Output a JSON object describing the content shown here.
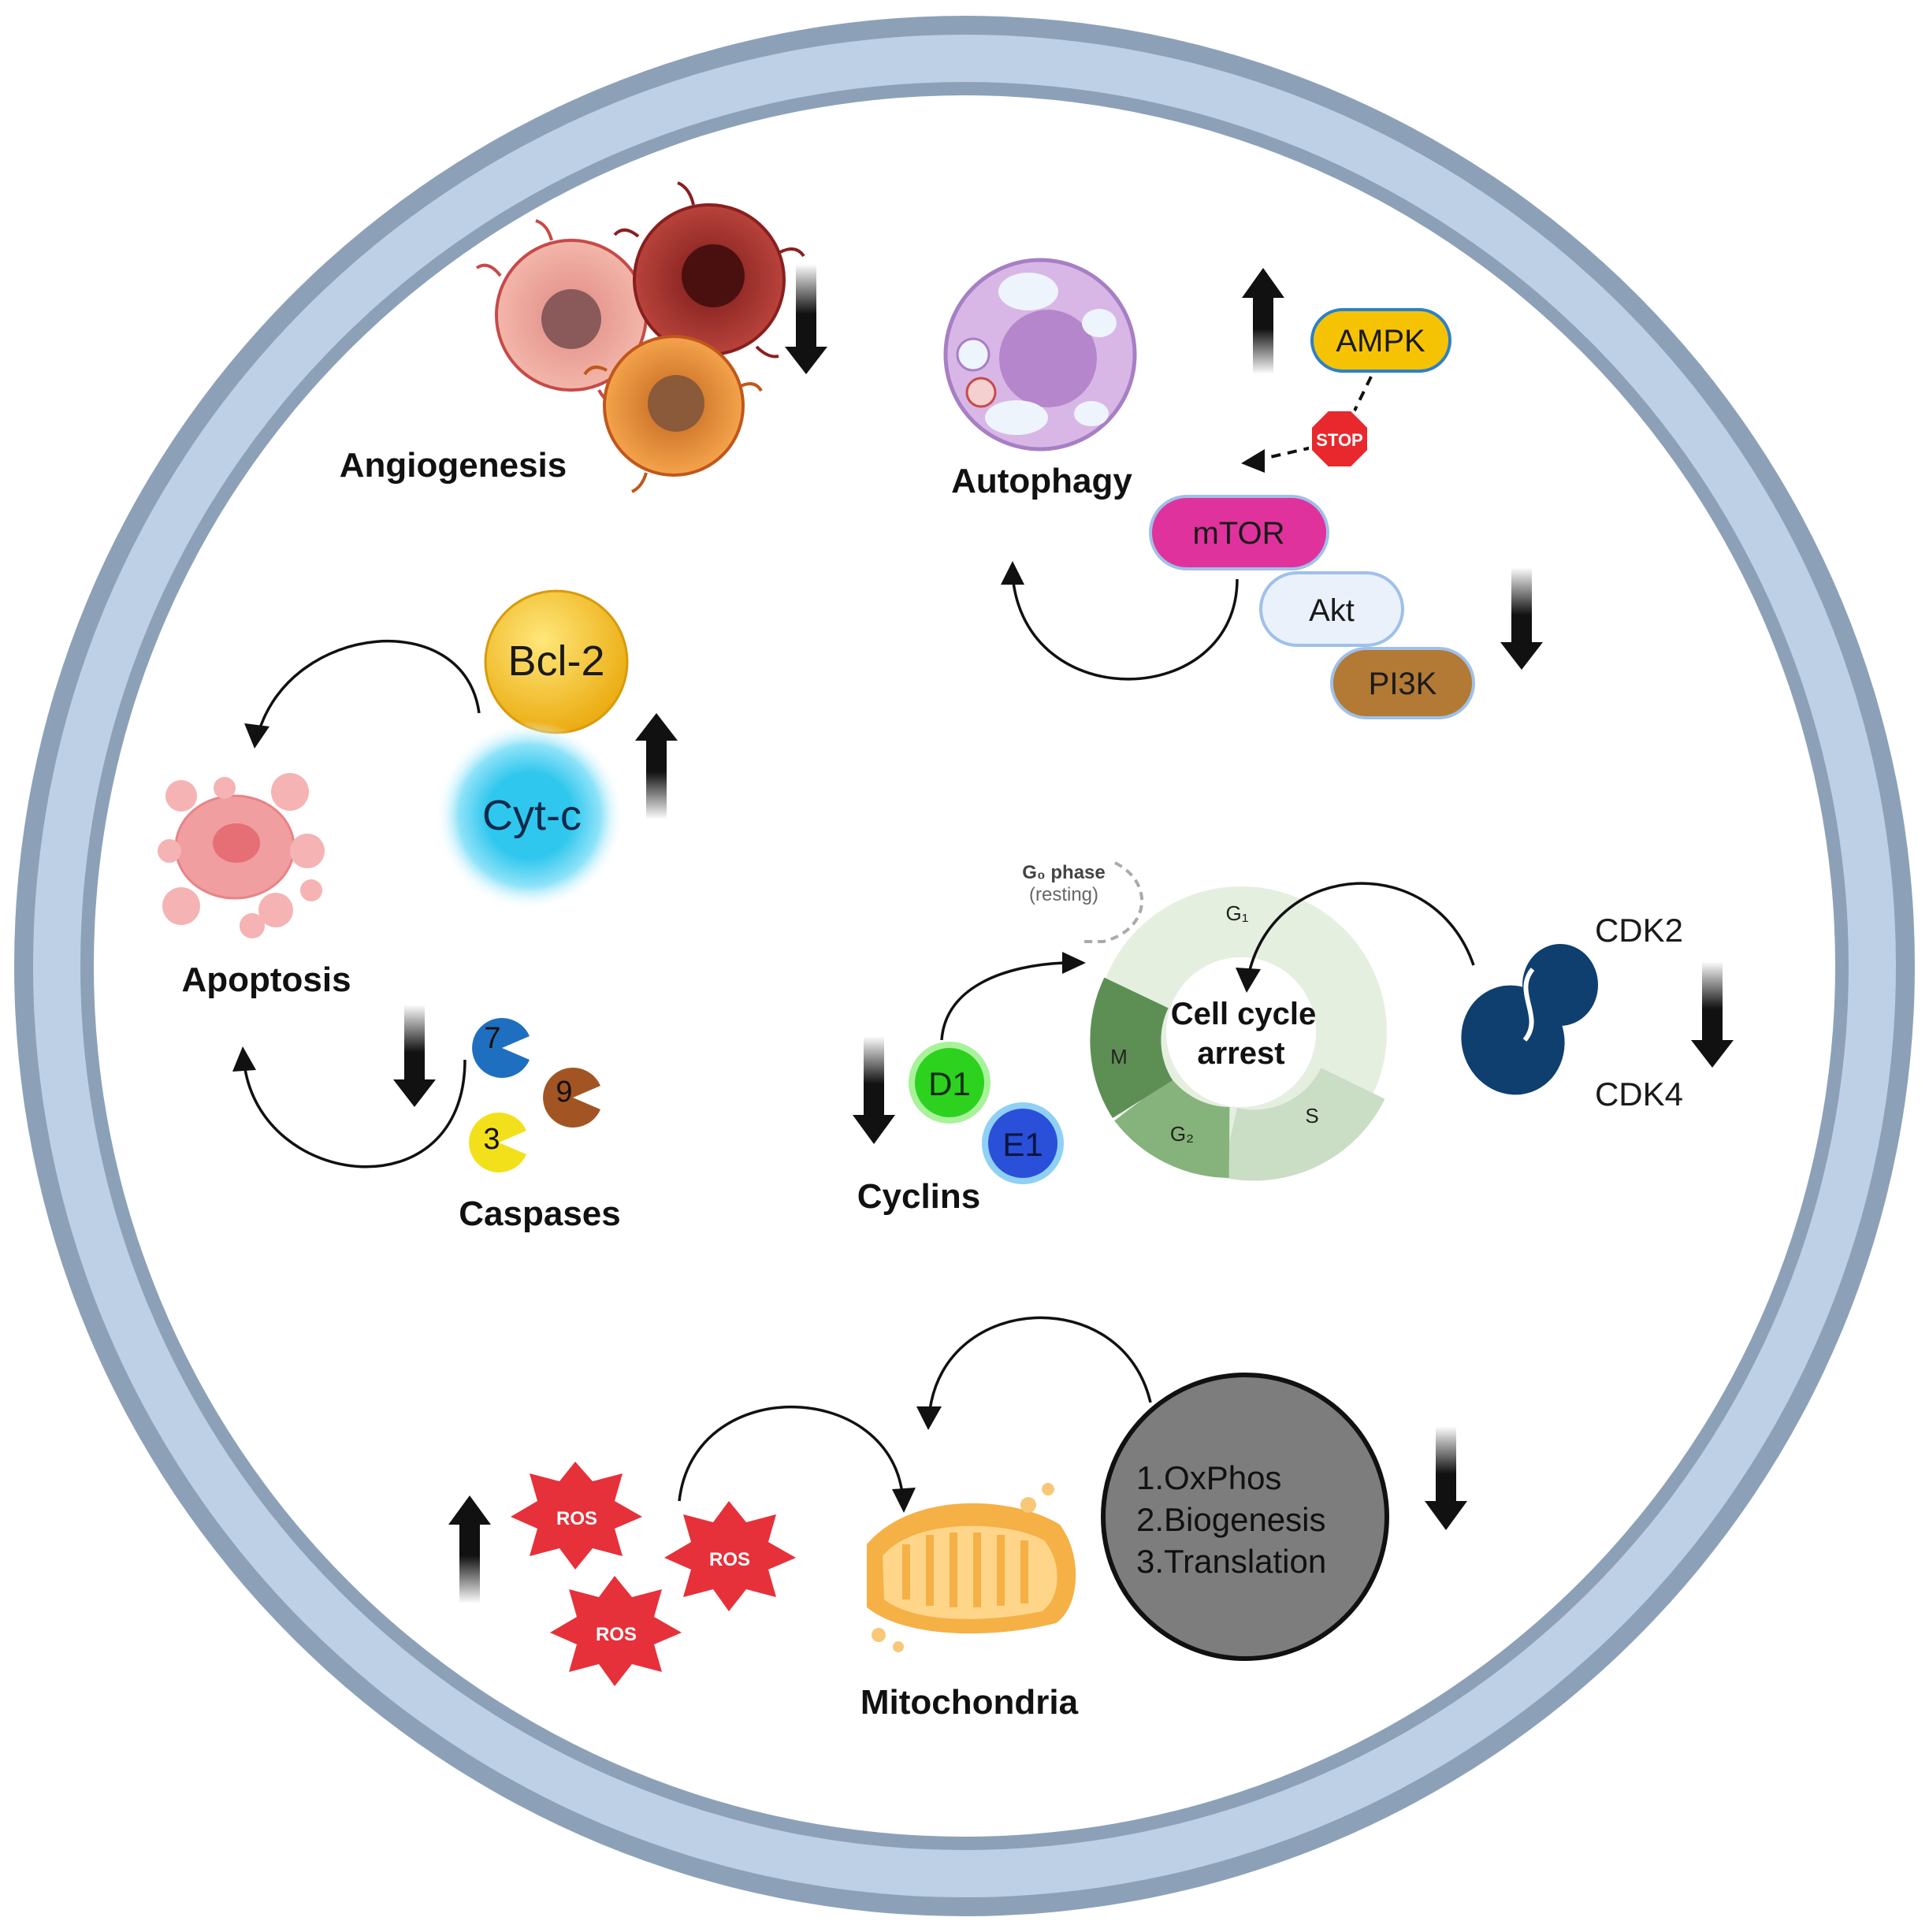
{
  "labels": {
    "angiogenesis": "Angiogenesis",
    "autophagy": "Autophagy",
    "apoptosis": "Apoptosis",
    "caspases": "Caspases",
    "cyclins": "Cyclins",
    "mitochondria": "Mitochondria",
    "cell_cycle_line1": "Cell cycle",
    "cell_cycle_line2": "arrest"
  },
  "proteins": {
    "ampk": "AMPK",
    "stop": "STOP",
    "mtor": "mTOR",
    "akt": "Akt",
    "pi3k": "PI3K",
    "bcl2": "Bcl-2",
    "cytc": "Cyt-c",
    "cdk2": "CDK2",
    "cdk4": "CDK4",
    "d1": "D1",
    "e1": "E1"
  },
  "caspase_numbers": [
    "7",
    "9",
    "3"
  ],
  "cell_cycle": {
    "g0_phase": "G₀ phase",
    "g0_resting": "(resting)",
    "phases": [
      "G₁",
      "S",
      "G₂",
      "M"
    ]
  },
  "oxphos_list": [
    "1.OxPhos",
    "2.Biogenesis",
    "3.Translation"
  ],
  "ros_label": "ROS",
  "regulation": {
    "angiogenesis": "down",
    "autophagy": "up",
    "pi3k_akt_mtor": "down",
    "bcl2_cytc": "up",
    "caspases": "down",
    "cdk": "down",
    "cyclins": "down",
    "ros": "up",
    "oxphos": "down"
  },
  "colors": {
    "membrane_outer": "#8ca1b8",
    "membrane_inner": "#bed0e6",
    "ampk": "#f6c304",
    "mtor": "#e0329c",
    "akt": "#eaf1fb",
    "pi3k": "#b27a34",
    "bcl2": "#f7c61e",
    "cytc": "#2fc7ee",
    "cdk": "#0f3f6e",
    "d1": "#2dd21e",
    "e1": "#2a4fd8",
    "ros": "#e6303a",
    "oxphos_circle": "#7d7d7d",
    "mitochondria": "#f5b046"
  }
}
